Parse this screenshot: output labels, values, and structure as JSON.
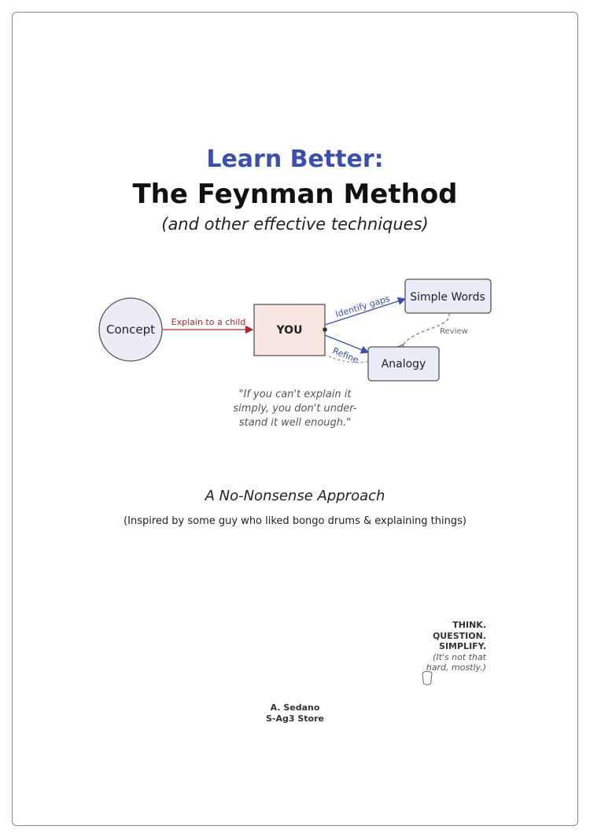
{
  "title": {
    "line1": "Learn Better:",
    "line2": "The Feynman Method",
    "line3": "(and other effective techniques)"
  },
  "diagram": {
    "concept": "Concept",
    "explain_edge": "Explain to a child",
    "you": "YOU",
    "identify_edge": "Identify gaps",
    "simple_words": "Simple Words",
    "review_edge": "Review",
    "refine_edge": "Refine",
    "analogy": "Analogy",
    "colors": {
      "blue": "#3a4fb0",
      "red": "#b0262d",
      "you_fill": "#f8e6e3",
      "box_fill": "#eaecf7"
    }
  },
  "quote": {
    "line1": "\"If you can't explain it",
    "line2": "simply, you don't under-",
    "line3": "stand it well enough.\""
  },
  "approach": "A No-Nonsense Approach",
  "inspired": "(Inspired by some guy who liked bongo drums & explaining things)",
  "motto": {
    "think": "THINK.",
    "question": "QUESTION.",
    "simplify": "SIMPLIFY.",
    "note1": "(It's not that",
    "note2": "hard, mostly.)"
  },
  "author": {
    "name": "A. Sedano",
    "store": "S-Ag3 Store"
  }
}
